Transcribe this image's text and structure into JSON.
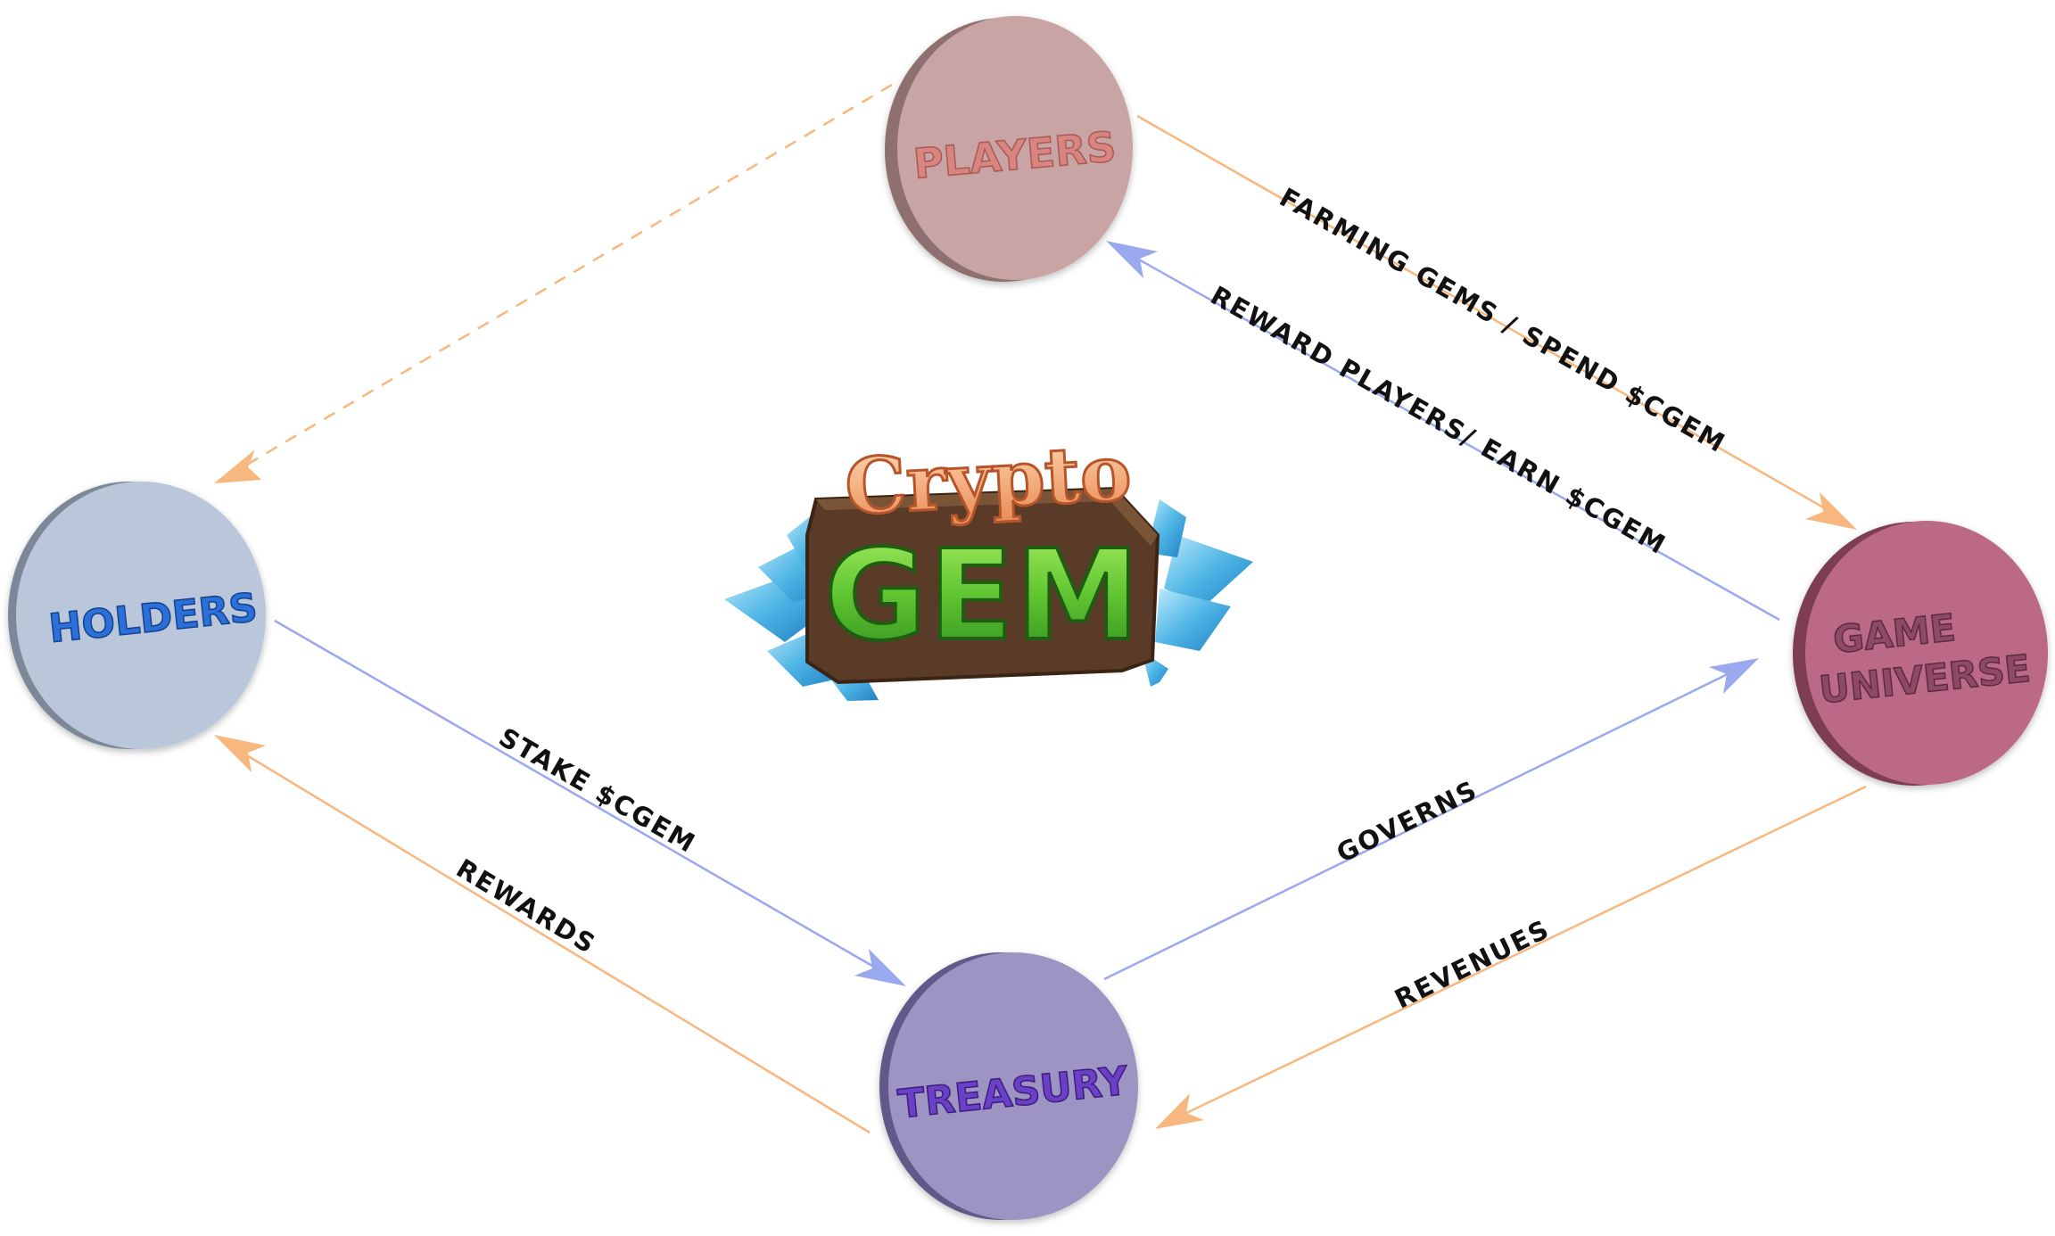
{
  "colors": {
    "orange_arrow": "#f7b77e",
    "blue_arrow": "#9aa9ee",
    "players": "#c9a4a4",
    "holders": "#bac7da",
    "treasury": "#9e94c3",
    "game_universe": "#bb6986",
    "logo_green": "#5fc430",
    "logo_peach": "#f2a06a",
    "logo_crystal": "#4fb6e6",
    "logo_board": "#5a3b27"
  },
  "nodes": {
    "players": {
      "label": "PLAYERS",
      "text_color": "#d9857f"
    },
    "holders": {
      "label": "HOLDERS",
      "text_color": "#2c6fd8"
    },
    "treasury": {
      "label": "TREASURY",
      "text_color": "#6a3fc7"
    },
    "game_universe": {
      "label_line1": "GAME",
      "label_line2": "UNIVERSE",
      "text_color": "#8e4a66"
    }
  },
  "edges": {
    "players_to_game": "FARMING GEMS / SPEND $CGEM",
    "game_to_players": "REWARD PLAYERS/ EARN $CGEM",
    "holders_to_treasury": "STAKE $CGEM",
    "treasury_to_holders": "REWARDS",
    "treasury_to_game": "GOVERNS",
    "game_to_treasury": "REVENUES"
  },
  "logo": {
    "line1": "Crypto",
    "line2": "GEM"
  }
}
